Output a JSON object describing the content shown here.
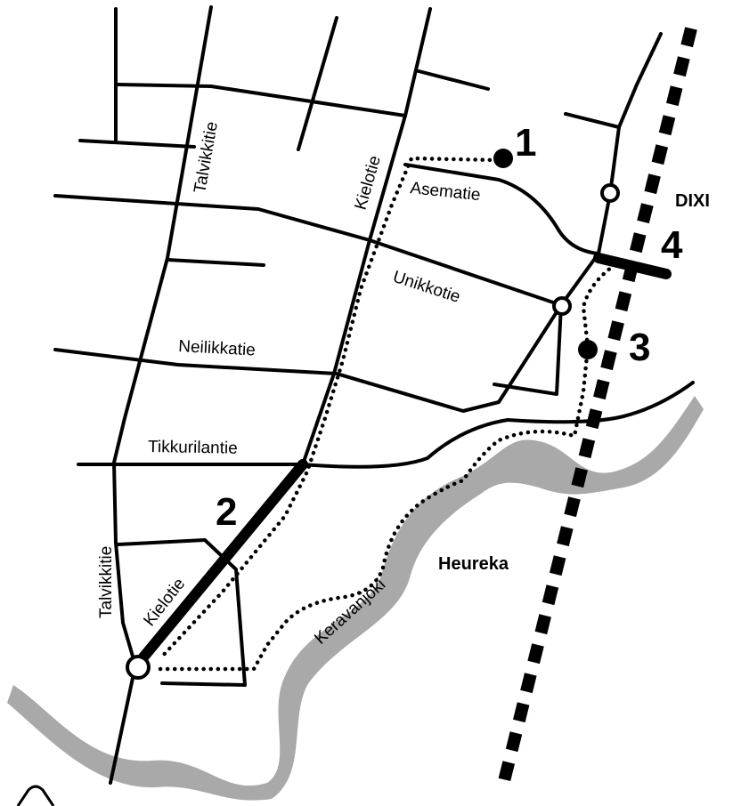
{
  "map": {
    "streets": {
      "talvikkitie_north": "Talvikkitie",
      "talvikkitie_south": "Talvikkitie",
      "kielotie_north": "Kielotie",
      "kielotie_south": "Kielotie",
      "asematie": "Asematie",
      "unikkotie": "Unikkotie",
      "neilikkatie": "Neilikkatie",
      "tikkurilantie": "Tikkurilantie"
    },
    "river": "Keravanjoki",
    "places": {
      "heureka": "Heureka",
      "dixi": "DIXI"
    },
    "markers": {
      "m1": "1",
      "m2": "2",
      "m3": "3",
      "m4": "4"
    },
    "colors": {
      "roads": "#000000",
      "river": "#a9a9a9",
      "background": "#ffffff"
    }
  }
}
